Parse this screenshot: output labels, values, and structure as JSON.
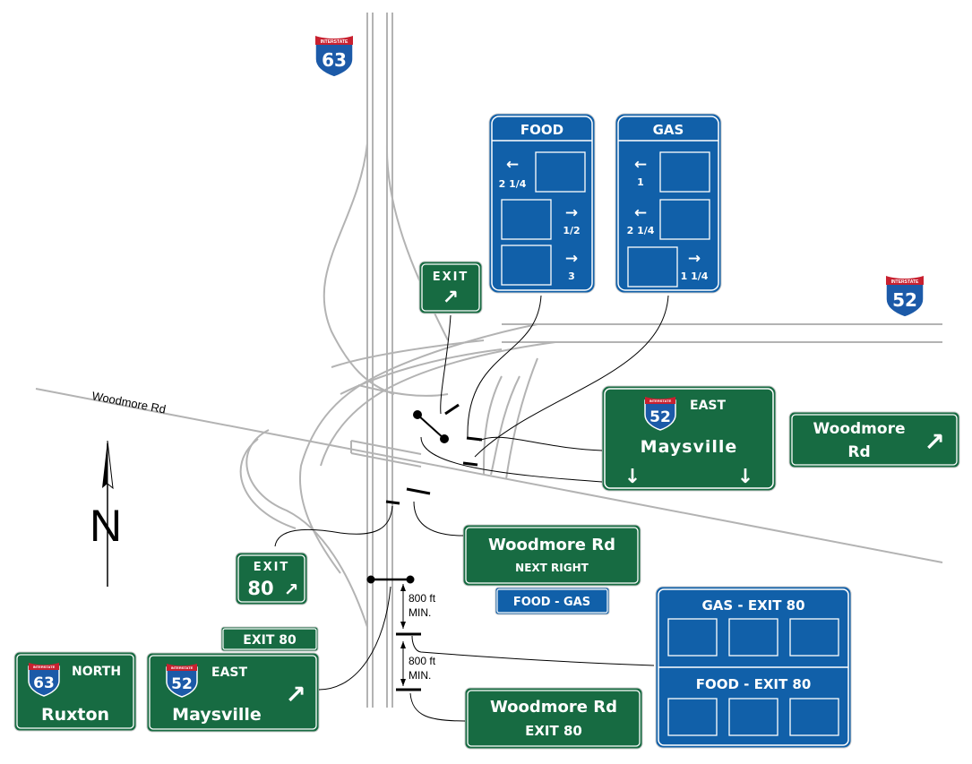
{
  "colors": {
    "green": "#176b42",
    "blue": "#1160a9",
    "road": "#b3b3b3",
    "shield_blue": "#1c5aa8",
    "shield_red": "#c8202f"
  },
  "shields": {
    "i63_top": {
      "banner": "INTERSTATE",
      "number": "63"
    },
    "i52_right": {
      "banner": "INTERSTATE",
      "number": "52"
    }
  },
  "road_labels": {
    "woodmore_rd": "Woodmore Rd"
  },
  "north_arrow": {
    "letter": "N"
  },
  "food_sign": {
    "header": "FOOD",
    "row1_distance": "2 1/4",
    "row2_distance": "1/2",
    "row3_distance": "3"
  },
  "gas_sign": {
    "header": "GAS",
    "row1_distance": "1",
    "row2_distance": "2 1/4",
    "row3_distance": "1 1/4"
  },
  "exit_gore_sign": {
    "line1": "EXIT"
  },
  "i52_east_overhead": {
    "shield_banner": "INTERSTATE",
    "shield_number": "52",
    "direction": "EAST",
    "city": "Maysville"
  },
  "woodmore_arrow_sign": {
    "line1": "Woodmore",
    "line2": "Rd"
  },
  "woodmore_next_right": {
    "line1": "Woodmore Rd",
    "line2": "NEXT RIGHT"
  },
  "food_gas_plaque": {
    "text": "FOOD - GAS"
  },
  "exit80_gore": {
    "line1": "EXIT",
    "line2": "80"
  },
  "distance_notes": {
    "upper": "800 ft",
    "upper2": "MIN.",
    "lower": "800 ft",
    "lower2": "MIN."
  },
  "gas_exit80_sign": {
    "header": "GAS - EXIT 80",
    "food_header": "FOOD - EXIT 80"
  },
  "exit80_tab": {
    "text": "EXIT 80"
  },
  "i63_north_sign": {
    "shield_banner": "INTERSTATE",
    "shield_number": "63",
    "direction": "NORTH",
    "city": "Ruxton"
  },
  "i52_east_sign": {
    "shield_banner": "INTERSTATE",
    "shield_number": "52",
    "direction": "EAST",
    "city": "Maysville"
  },
  "woodmore_exit80": {
    "line1": "Woodmore Rd",
    "line2": "EXIT 80"
  }
}
